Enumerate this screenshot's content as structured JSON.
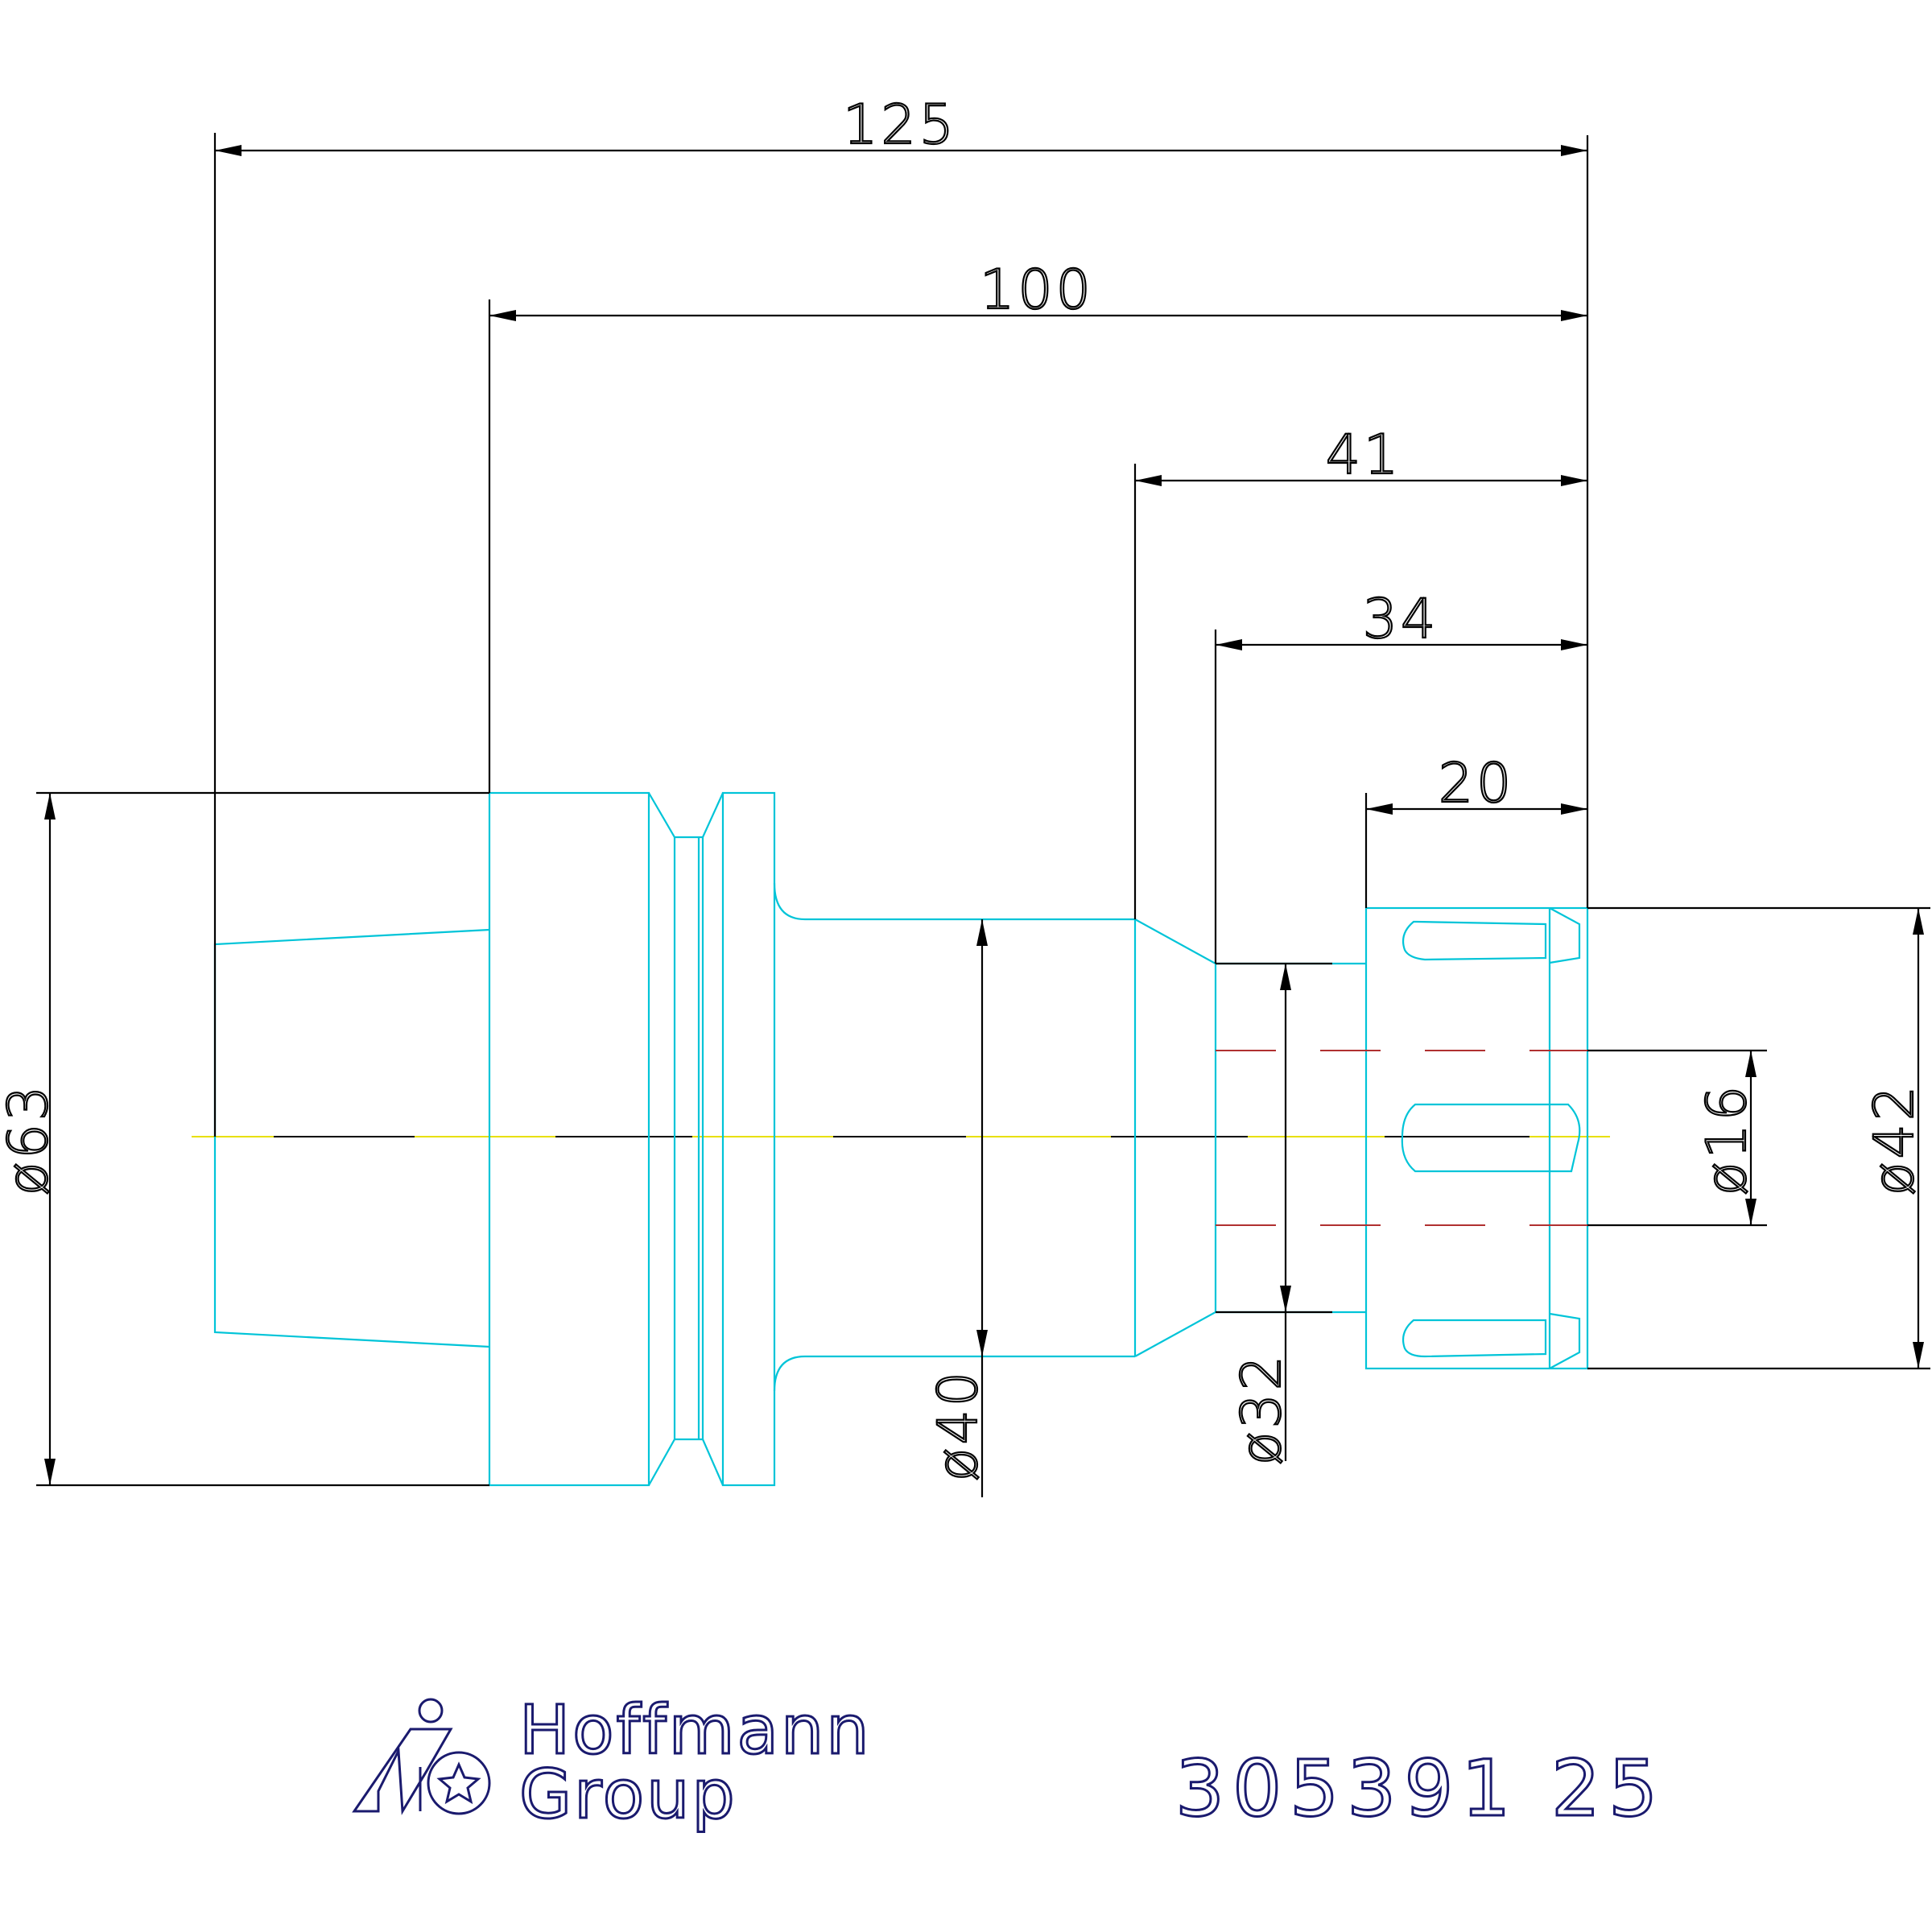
{
  "drawing": {
    "dimensions": {
      "len_125": "125",
      "len_100": "100",
      "len_41": "41",
      "len_34": "34",
      "len_20": "20",
      "dia_63": "ø63",
      "dia_40": "ø40",
      "dia_32": "ø32",
      "dia_16": "ø16",
      "dia_42": "ø42"
    },
    "logo": {
      "line1": "Hoffmann",
      "line2": "Group"
    },
    "part_number": "305391 25",
    "colors": {
      "part_outline": "#00c4d8",
      "dimension": "#000000",
      "centerline": "#e8e000",
      "bore_hidden": "#b03030",
      "logo": "#1a1a6e"
    }
  }
}
